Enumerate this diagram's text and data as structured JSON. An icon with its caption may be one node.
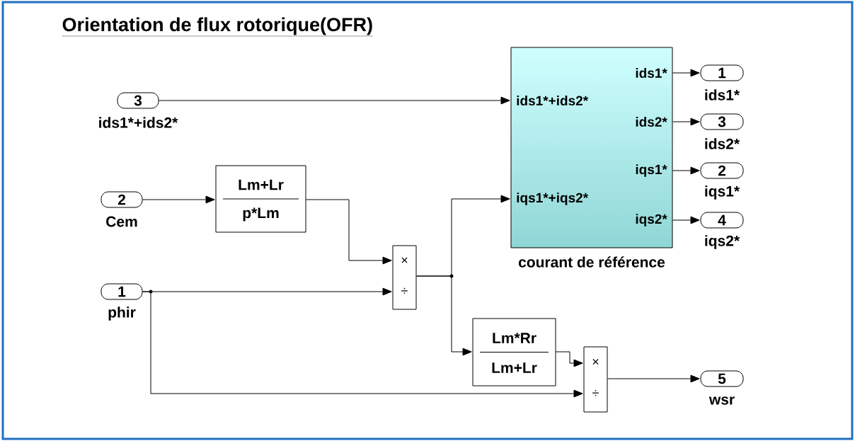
{
  "diagram": {
    "title": "Orientation de flux rotorique(OFR)",
    "nodes": [
      {
        "text": [
          "3"
        ],
        "beside": [
          "ids1*+ids2*"
        ]
      },
      {
        "text": [
          "2"
        ],
        "beside": [
          "Cem"
        ]
      },
      {
        "text": [
          "1"
        ],
        "beside": [
          "phir"
        ]
      },
      {
        "text": [
          "Lm+Lr",
          "p*Lm"
        ]
      },
      {
        "text": [
          "×",
          "÷"
        ]
      },
      {
        "text": [
          "ids1*+ids2*",
          "iqs1*+iqs2*",
          "ids1*",
          "ids2*",
          "iqs1*",
          "iqs2*"
        ],
        "beside": [
          "courant de référence"
        ]
      },
      {
        "text": [
          "Lm*Rr",
          "Lm+Lr"
        ]
      },
      {
        "text": [
          "×",
          "÷"
        ]
      },
      {
        "text": [
          "1"
        ],
        "beside": [
          "ids1*"
        ]
      },
      {
        "text": [
          "3"
        ],
        "beside": [
          "ids2*"
        ]
      },
      {
        "text": [
          "2"
        ],
        "beside": [
          "iqs1*"
        ]
      },
      {
        "text": [
          "4"
        ],
        "beside": [
          "iqs2*"
        ]
      },
      {
        "text": [
          "5"
        ],
        "beside": [
          "wsr"
        ]
      }
    ],
    "edges": [
      {
        "from": 0,
        "to": 5,
        "arrow": "to"
      },
      {
        "from": 1,
        "to": 3,
        "arrow": "to"
      },
      {
        "from": 3,
        "to": 4,
        "arrow": "to"
      },
      {
        "from": 2,
        "to": 4,
        "arrow": "to"
      },
      {
        "from": 4,
        "to": 5,
        "arrow": "to"
      },
      {
        "from": 4,
        "to": 6,
        "arrow": "to"
      },
      {
        "from": 6,
        "to": 7,
        "arrow": "to"
      },
      {
        "from": 2,
        "to": 7,
        "arrow": "to"
      },
      {
        "from": 5,
        "to": 8,
        "arrow": "to"
      },
      {
        "from": 5,
        "to": 9,
        "arrow": "to"
      },
      {
        "from": 5,
        "to": 10,
        "arrow": "to"
      },
      {
        "from": 5,
        "to": 11,
        "arrow": "to"
      },
      {
        "from": 7,
        "to": 12,
        "arrow": "to"
      }
    ]
  }
}
